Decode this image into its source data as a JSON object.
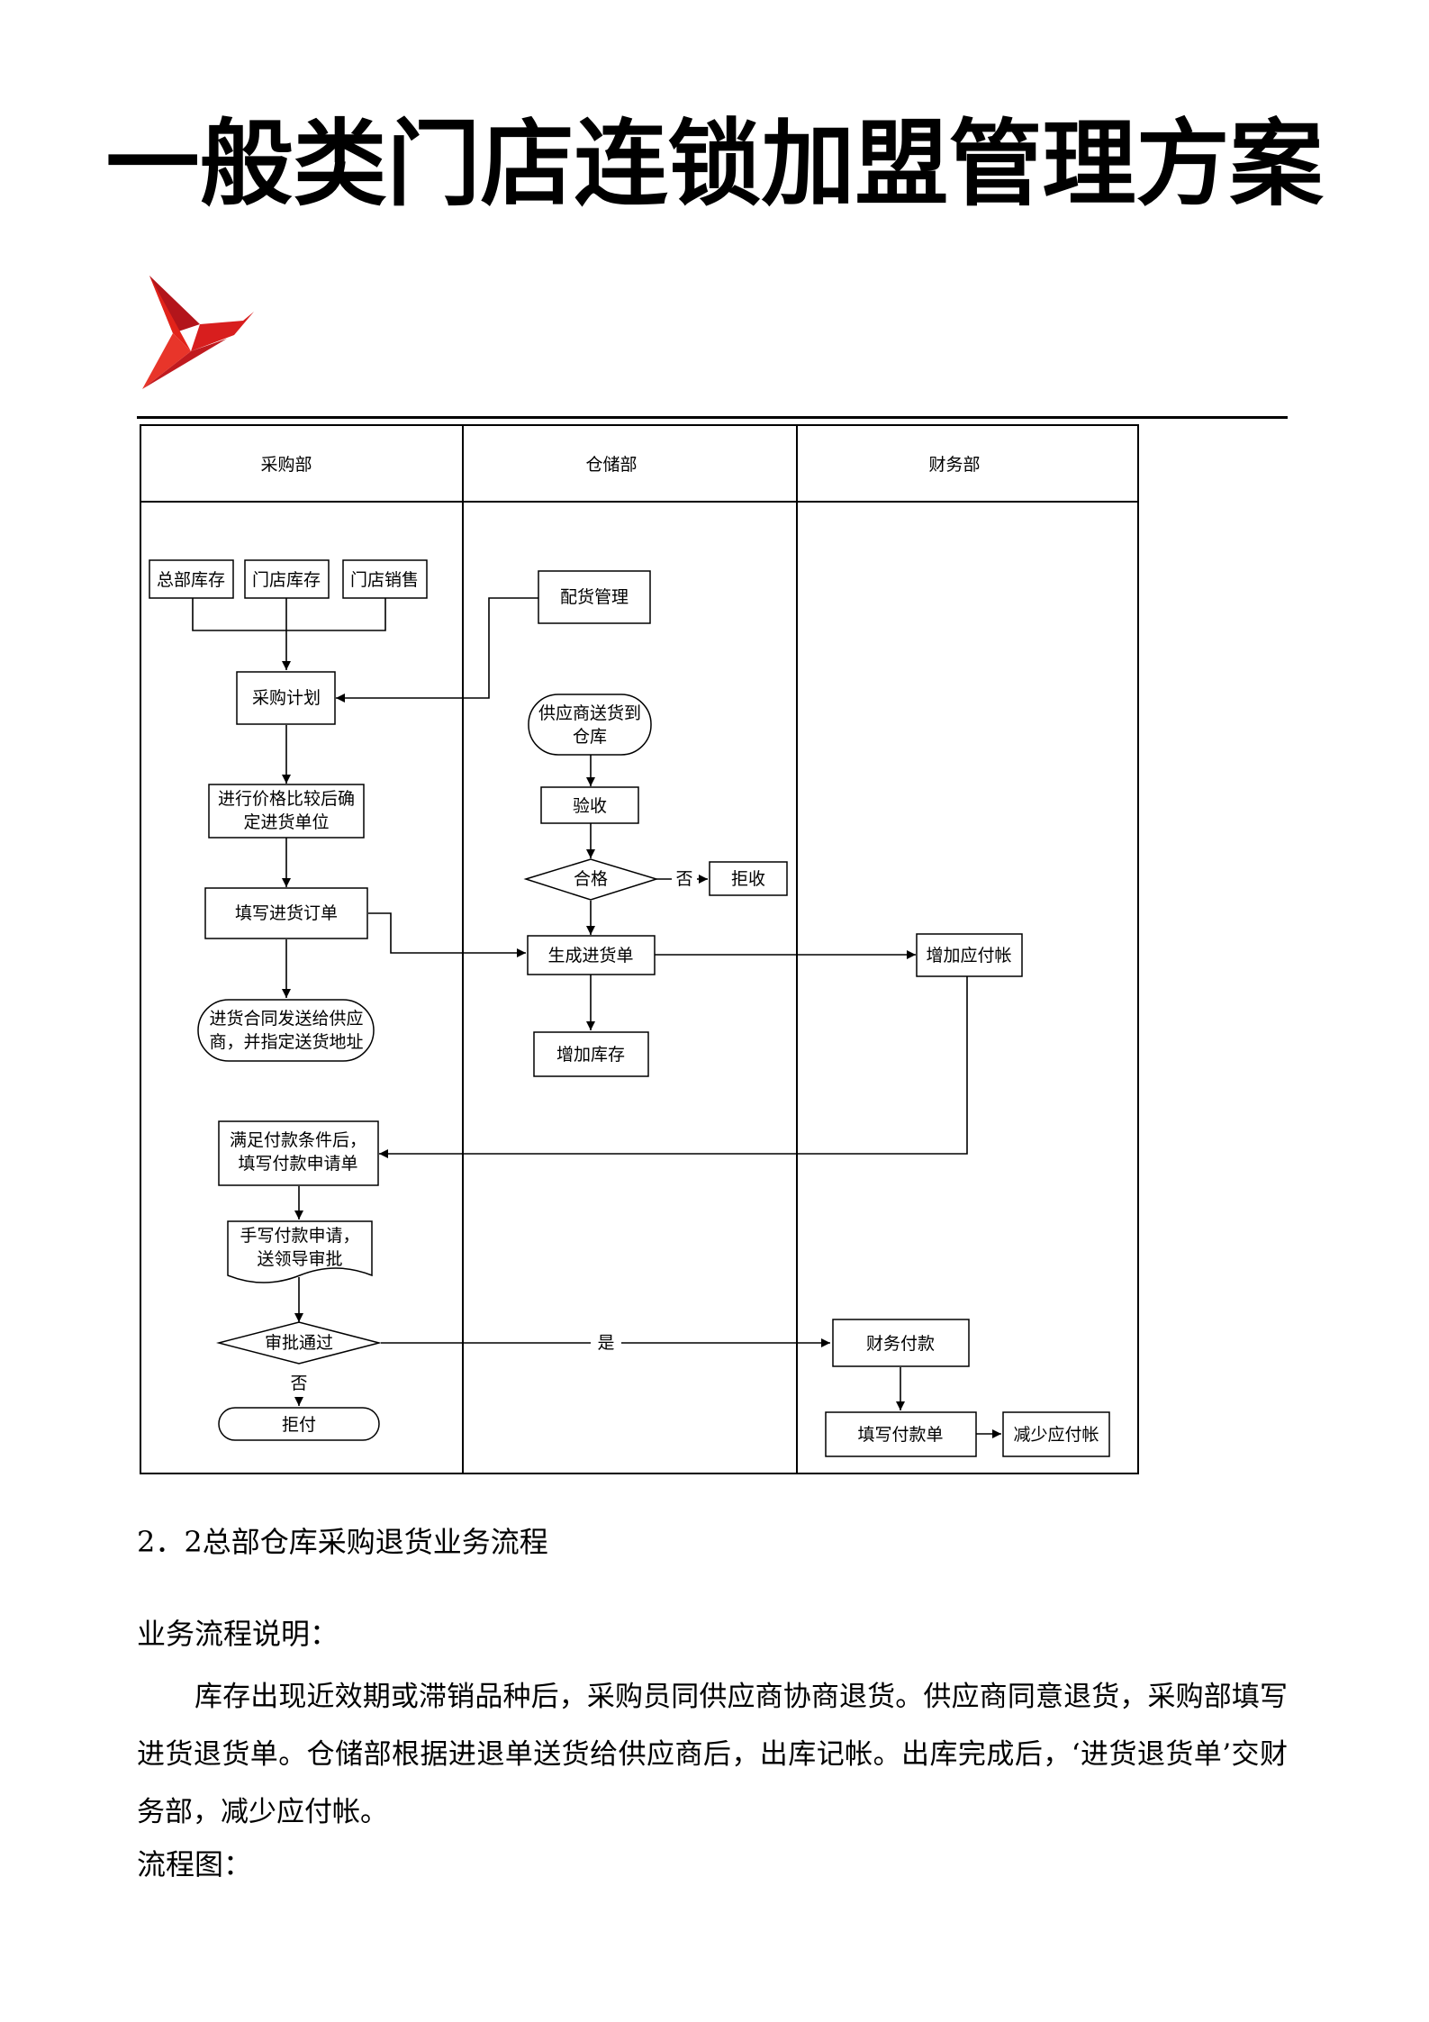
{
  "title": "一般类门店连锁加盟管理方案",
  "logo": {
    "icon": "red-bird-logo",
    "color": "#e2231a"
  },
  "flowchart": {
    "lanes": [
      "采购部",
      "仓储部",
      "财务部"
    ],
    "nodes": {
      "hq_stock": "总部库存",
      "store_stock": "门店库存",
      "store_sales": "门店销售",
      "purchase_plan": "采购计划",
      "compare_price_1": "进行价格比较后确",
      "compare_price_2": "定进货单位",
      "fill_po": "填写进货订单",
      "contract_1": "进货合同发送给供应",
      "contract_2": "商，并指定送货地址",
      "payment_cond_1": "满足付款条件后，",
      "payment_cond_2": "填写付款申请单",
      "handwrite_1": "手写付款申请，",
      "handwrite_2": "送领导审批",
      "approve": "审批通过",
      "reject_pay": "拒付",
      "distribution": "配货管理",
      "supplier_deliver_1": "供应商送货到",
      "supplier_deliver_2": "仓库",
      "inspect": "验收",
      "qualified": "合格",
      "refuse": "拒收",
      "gen_receipt": "生成进货单",
      "add_stock": "增加库存",
      "add_payable": "增加应付帐",
      "finance_pay": "财务付款",
      "fill_pay_slip": "填写付款单",
      "reduce_payable": "减少应付帐"
    },
    "edge_labels": {
      "no_1": "否",
      "no_2": "否",
      "yes": "是"
    }
  },
  "section_heading": "2．2总部仓库采购退货业务流程",
  "flow_desc_label": "业务流程说明：",
  "paragraph": "库存出现近效期或滞销品种后，采购员同供应商协商退货。供应商同意退货，采购部填写进货退货单。仓储部根据进退单送货给供应商后，出库记帐。出库完成后，‘进货退货单’交财务部，减少应付帐。",
  "flow_chart_label": "流程图："
}
